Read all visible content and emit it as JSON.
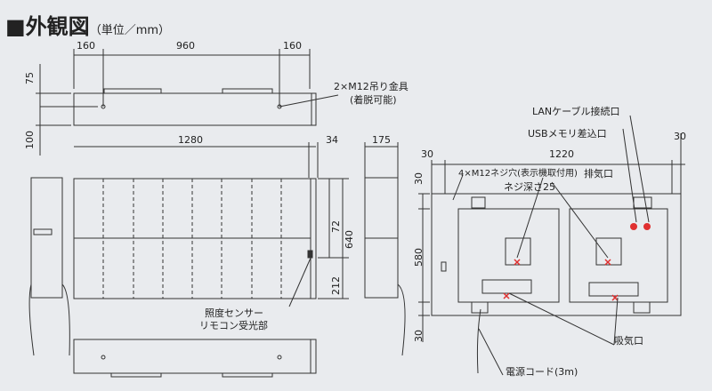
{
  "title": {
    "square": "■",
    "main": "外観図",
    "unit": "（単位／mm）"
  },
  "dimensions": {
    "top_left": "160",
    "top_mid": "960",
    "top_right": "160",
    "h75": "75",
    "h100": "100",
    "w1280": "1280",
    "w34": "34",
    "w175": "175",
    "h72": "72",
    "h640": "640",
    "h212": "212",
    "rear_30_left": "30",
    "rear_1220": "1220",
    "rear_30_right": "30",
    "rear_30_top": "30",
    "rear_580": "580",
    "rear_30_bottom": "30"
  },
  "labels": {
    "hook": "2×M12吊り金具",
    "hook_note": "(着脱可能)",
    "sensor1": "照度センサー",
    "sensor2": "リモコン受光部",
    "lan": "LANケーブル接続口",
    "usb": "USBメモリ差込口",
    "screw": "4×M12ネジ穴(表示機取付用)",
    "screw_depth": "ネジ深さ25",
    "exhaust": "排気口",
    "intake": "吸気口",
    "power": "電源コード(3m)"
  },
  "colors": {
    "line": "#333333",
    "mark": "#e03030"
  }
}
